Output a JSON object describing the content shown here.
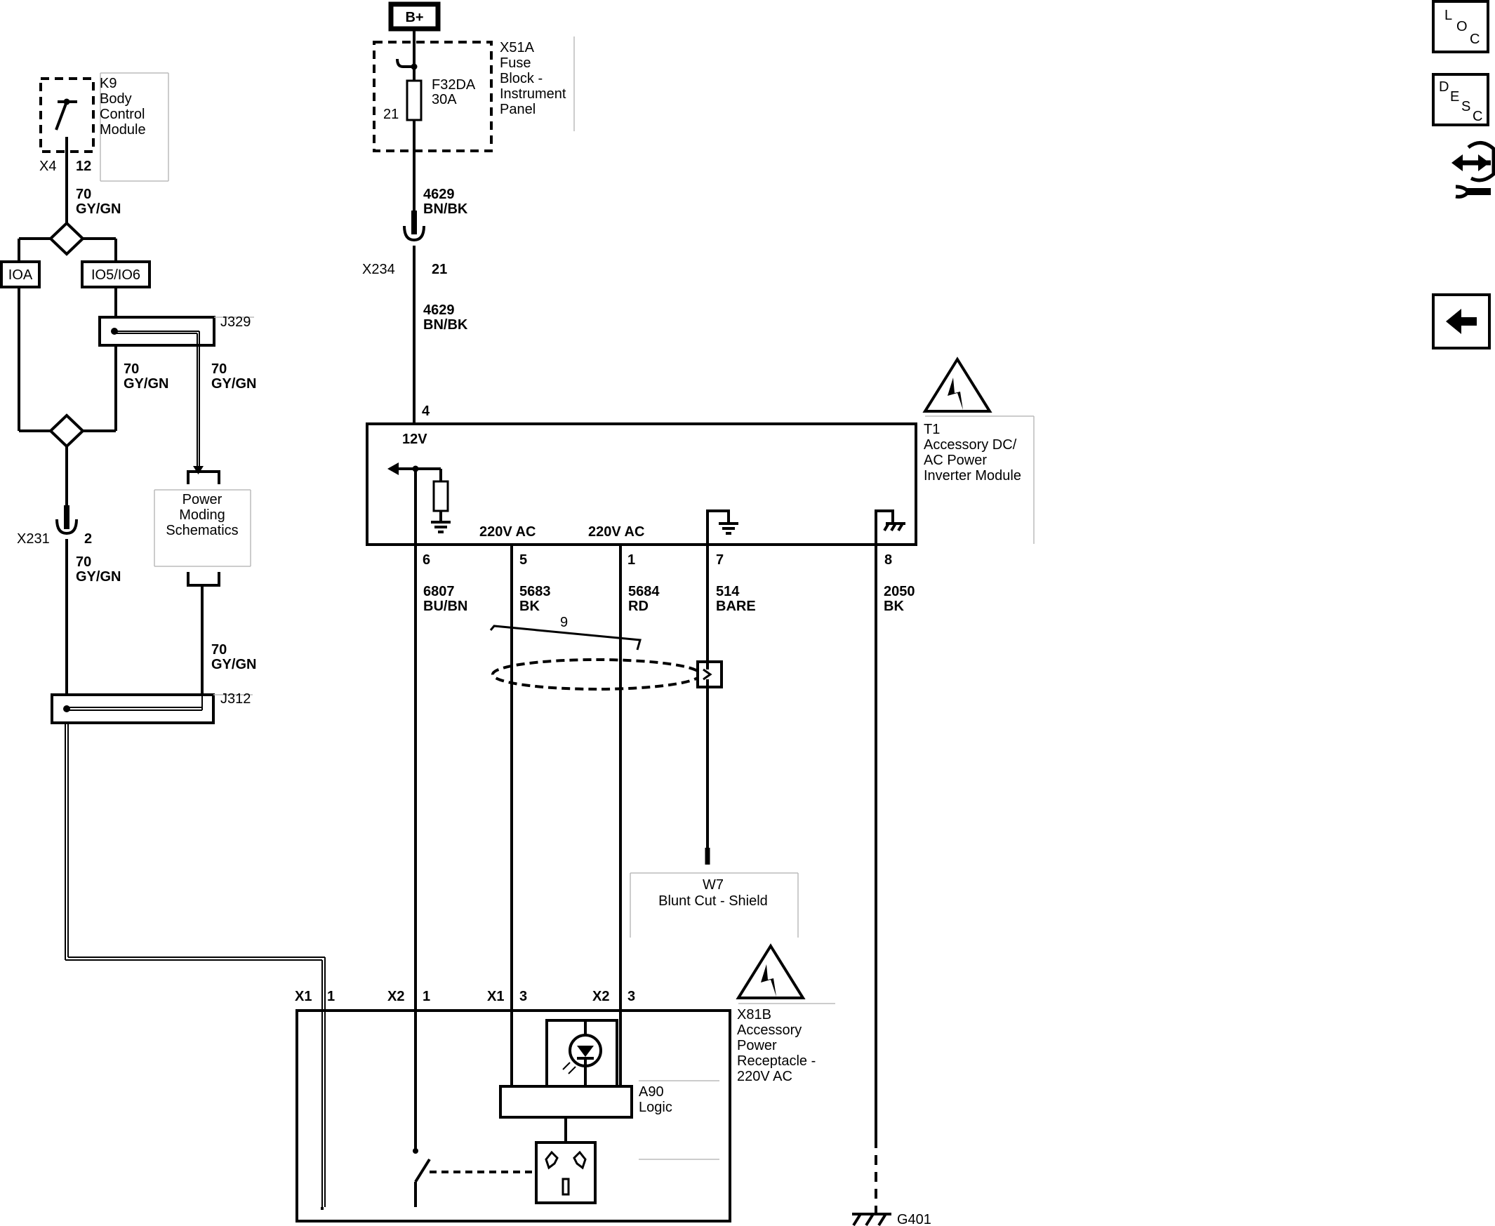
{
  "power": {
    "label": "B+"
  },
  "fuse_block": {
    "connector": "X51A",
    "name_lines": [
      "Fuse",
      "Block -",
      "Instrument",
      "Panel"
    ],
    "fuse_name": "F32DA",
    "fuse_rating": "30A",
    "pin": "21"
  },
  "bcm": {
    "ref": "K9",
    "name_lines": [
      "Body",
      "Control",
      "Module"
    ],
    "connector": "X4",
    "pin": "12"
  },
  "wires": {
    "w70a": {
      "circuit": "70",
      "color": "GY/GN"
    },
    "w70b": {
      "circuit": "70",
      "color": "GY/GN"
    },
    "w70c": {
      "circuit": "70",
      "color": "GY/GN"
    },
    "w70d": {
      "circuit": "70",
      "color": "GY/GN"
    },
    "w70e": {
      "circuit": "70",
      "color": "GY/GN"
    },
    "w4629a": {
      "circuit": "4629",
      "color": "BN/BK"
    },
    "w4629b": {
      "circuit": "4629",
      "color": "BN/BK"
    },
    "w6807": {
      "circuit": "6807",
      "color": "BU/BN"
    },
    "w5683": {
      "circuit": "5683",
      "color": "BK"
    },
    "w5684": {
      "circuit": "5684",
      "color": "RD"
    },
    "w514": {
      "circuit": "514",
      "color": "BARE"
    },
    "w2050": {
      "circuit": "2050",
      "color": "BK"
    }
  },
  "options": {
    "ioa": "IOA",
    "io5": "IO5/IO6"
  },
  "splices": {
    "j329": "J329",
    "j312": "J312"
  },
  "power_moding": {
    "lines": [
      "Power",
      "Moding",
      "Schematics"
    ]
  },
  "inline_connectors": {
    "x234": {
      "name": "X234",
      "pin": "21"
    },
    "x231": {
      "name": "X231",
      "pin": "2"
    }
  },
  "inverter": {
    "ref": "T1",
    "name_lines": [
      "Accessory DC/",
      "AC Power",
      "Inverter Module"
    ],
    "input_label": "12V",
    "ac_label_1": "220V AC",
    "ac_label_2": "220V AC",
    "pin_top": "4",
    "pins": [
      "6",
      "5",
      "1",
      "7",
      "8"
    ]
  },
  "shield": {
    "count": "9",
    "ref": "W7",
    "desc": "Blunt Cut - Shield"
  },
  "receptacle": {
    "ref": "X81B",
    "name_lines": [
      "Accessory",
      "Power",
      "Receptacle -",
      "220V AC"
    ],
    "logic_ref": "A90",
    "logic_name": "Logic",
    "pins": [
      {
        "conn": "X1",
        "pin": "1"
      },
      {
        "conn": "X2",
        "pin": "1"
      },
      {
        "conn": "X1",
        "pin": "3"
      },
      {
        "conn": "X2",
        "pin": "3"
      }
    ]
  },
  "ground": {
    "ref": "G401"
  },
  "nav": {
    "loc": [
      "L",
      "O",
      "C"
    ],
    "desc": [
      "D",
      "E",
      "S",
      "C"
    ]
  }
}
